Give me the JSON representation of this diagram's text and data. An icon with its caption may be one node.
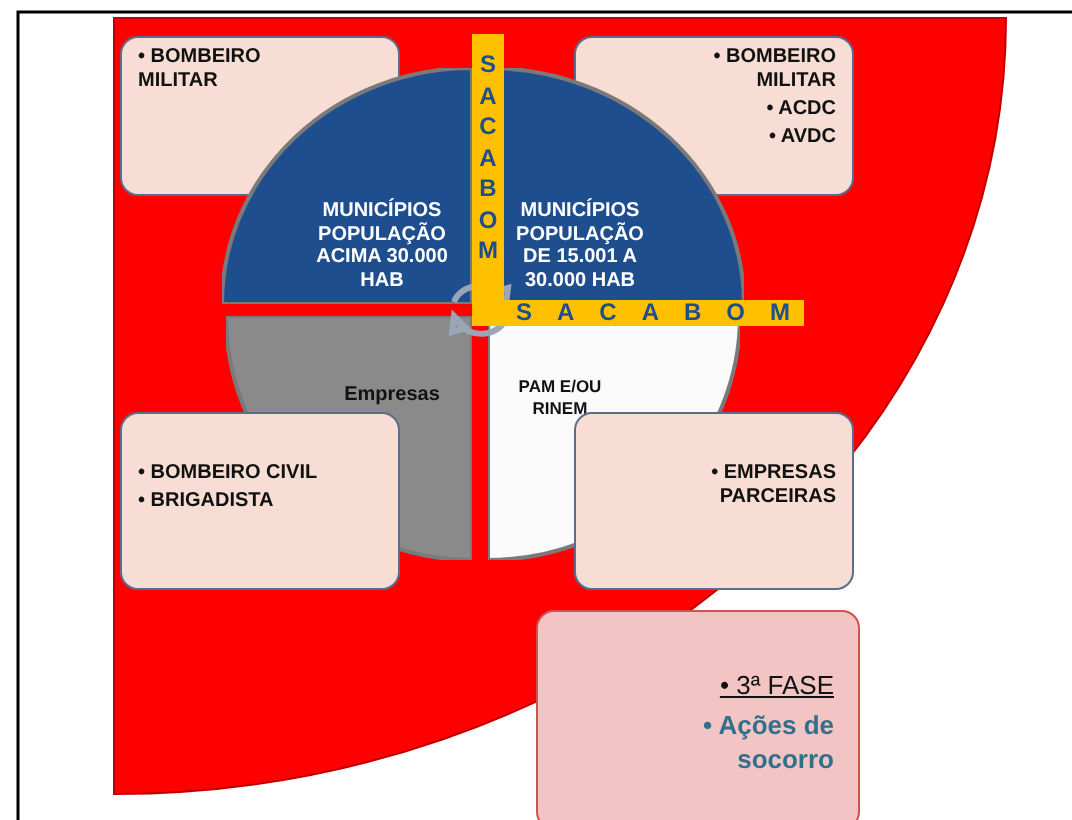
{
  "diagram": {
    "nodes": [
      {
        "text": [
          "• BOMBEIRO MILITAR"
        ]
      },
      {
        "text": [
          "• BOMBEIRO MILITAR",
          "• ACDC",
          "• AVDC"
        ]
      },
      {
        "text": [
          "MUNICÍPIOS POPULAÇÃO ACIMA 30.000 HAB"
        ]
      },
      {
        "text": [
          "MUNICÍPIOS POPULAÇÃO DE 15.001 A 30.000 HAB"
        ]
      },
      {
        "text": [
          "Empresas"
        ]
      },
      {
        "text": [
          "PAM E/OU RINEM"
        ]
      },
      {
        "text": [
          "• BOMBEIRO CIVIL",
          "• BRIGADISTA"
        ]
      },
      {
        "text": [
          "• EMPRESAS PARCEIRAS"
        ]
      },
      {
        "text": [
          "• 3ª FASE",
          "• Ações de socorro"
        ]
      }
    ],
    "edges": [],
    "labels": [
      "SACABOM",
      "SACABOM"
    ]
  }
}
